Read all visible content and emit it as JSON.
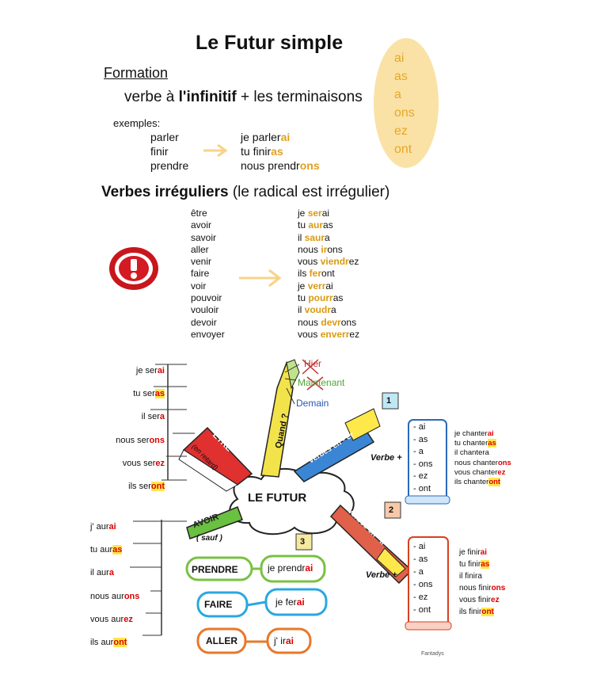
{
  "title": "Le Futur simple",
  "formation": {
    "heading": "Formation",
    "formula_pre": "verbe à ",
    "formula_bold": "l'infinitif",
    "formula_post": " + les terminaisons",
    "examples_label": "exemples:",
    "infinitives": [
      "parler",
      "finir",
      "prendre"
    ],
    "conjugated": [
      {
        "stem": "je parler",
        "ending": "ai"
      },
      {
        "stem": "tu finir",
        "ending": "as"
      },
      {
        "stem": "nous prendr",
        "ending": "ons"
      }
    ]
  },
  "endings_oval": [
    "ai",
    "as",
    "a",
    "ons",
    "ez",
    "ont"
  ],
  "irregular": {
    "title_bold": "Verbes irréguliers",
    "title_rest": " (le radical est irrégulier)",
    "infinitives": [
      "être",
      "avoir",
      "savoir",
      "aller",
      "venir",
      "faire",
      "voir",
      "pouvoir",
      "vouloir",
      "devoir",
      "envoyer"
    ],
    "forms": [
      {
        "a": "je ",
        "b": "ser",
        "c": "ai"
      },
      {
        "a": "tu ",
        "b": "aur",
        "c": "as"
      },
      {
        "a": "il ",
        "b": "saur",
        "c": "a"
      },
      {
        "a": "nous ",
        "b": "ir",
        "c": "ons"
      },
      {
        "a": "vous ",
        "b": "viendr",
        "c": "ez"
      },
      {
        "a": "ils ",
        "b": "fer",
        "c": "ont"
      },
      {
        "a": "je ",
        "b": "verr",
        "c": "ai"
      },
      {
        "a": "tu ",
        "b": "pourr",
        "c": "as"
      },
      {
        "a": "il ",
        "b": "voudr",
        "c": "a"
      },
      {
        "a": "nous ",
        "b": "devr",
        "c": "ons"
      },
      {
        "a": "vous ",
        "b": "enverr",
        "c": "ez"
      }
    ]
  },
  "mindmap": {
    "center": "LE FUTUR",
    "etre_branch": "ÊTRE",
    "etre_note": "(en retard)",
    "etre_forms": [
      {
        "stem": "je ser",
        "ending": "ai"
      },
      {
        "stem": "tu ser",
        "ending": "as"
      },
      {
        "stem": "il ser",
        "ending": "a"
      },
      {
        "stem": "nous ser",
        "ending": "ons"
      },
      {
        "stem": "vous ser",
        "ending": "ez"
      },
      {
        "stem": "ils ser",
        "ending": "ont"
      }
    ],
    "quand_branch": "Quand ?",
    "hier": "Hier",
    "maintenant": "Maintenant",
    "demain": "Demain",
    "er_branch": "verbes en - er",
    "er_number": "1",
    "verbe_plus": "Verbe +",
    "endings": [
      "- ai",
      "- as",
      "- a",
      "- ons",
      "- ez",
      "- ont"
    ],
    "er_forms": [
      {
        "stem": "je chanter",
        "ending": "ai"
      },
      {
        "stem": "tu chanter",
        "ending": "as"
      },
      {
        "stem": "il chanter",
        "ending": "a"
      },
      {
        "stem": "nous chanter",
        "ending": "ons"
      },
      {
        "stem": "vous chanter",
        "ending": "ez"
      },
      {
        "stem": "ils chanter",
        "ending": "ont"
      }
    ],
    "ir_branch": "verbes en - ir",
    "ir_number": "2",
    "ir_forms": [
      {
        "stem": "je finir",
        "ending": "ai"
      },
      {
        "stem": "tu finir",
        "ending": "as"
      },
      {
        "stem": "il finir",
        "ending": "a"
      },
      {
        "stem": "nous finir",
        "ending": "ons"
      },
      {
        "stem": "vous finir",
        "ending": "ez"
      },
      {
        "stem": "ils finir",
        "ending": "ont"
      }
    ],
    "avoir_branch": "AVOIR",
    "avoir_note": "( sauf )",
    "avoir_forms": [
      {
        "stem": "j' aur",
        "ending": "ai"
      },
      {
        "stem": "tu aur",
        "ending": "as"
      },
      {
        "stem": "il aur",
        "ending": "a"
      },
      {
        "stem": "nous aur",
        "ending": "ons"
      },
      {
        "stem": "vous aur",
        "ending": "ez"
      },
      {
        "stem": "ils aur",
        "ending": "ont"
      }
    ],
    "group3_number": "3",
    "group3": [
      {
        "verb": "PRENDRE",
        "stem": "je prendr",
        "ending": "ai",
        "color": "#7ac142"
      },
      {
        "verb": "FAIRE",
        "stem": "je fer",
        "ending": "ai",
        "color": "#29a8e0"
      },
      {
        "verb": "ALLER",
        "stem": "j' ir",
        "ending": "ai",
        "color": "#e8782a"
      }
    ],
    "credit": "Fantadys"
  },
  "colors": {
    "accent_orange": "#e0a020",
    "oval": "#fae2a6",
    "red": "#d00000",
    "highlight": "#ffe84a"
  }
}
